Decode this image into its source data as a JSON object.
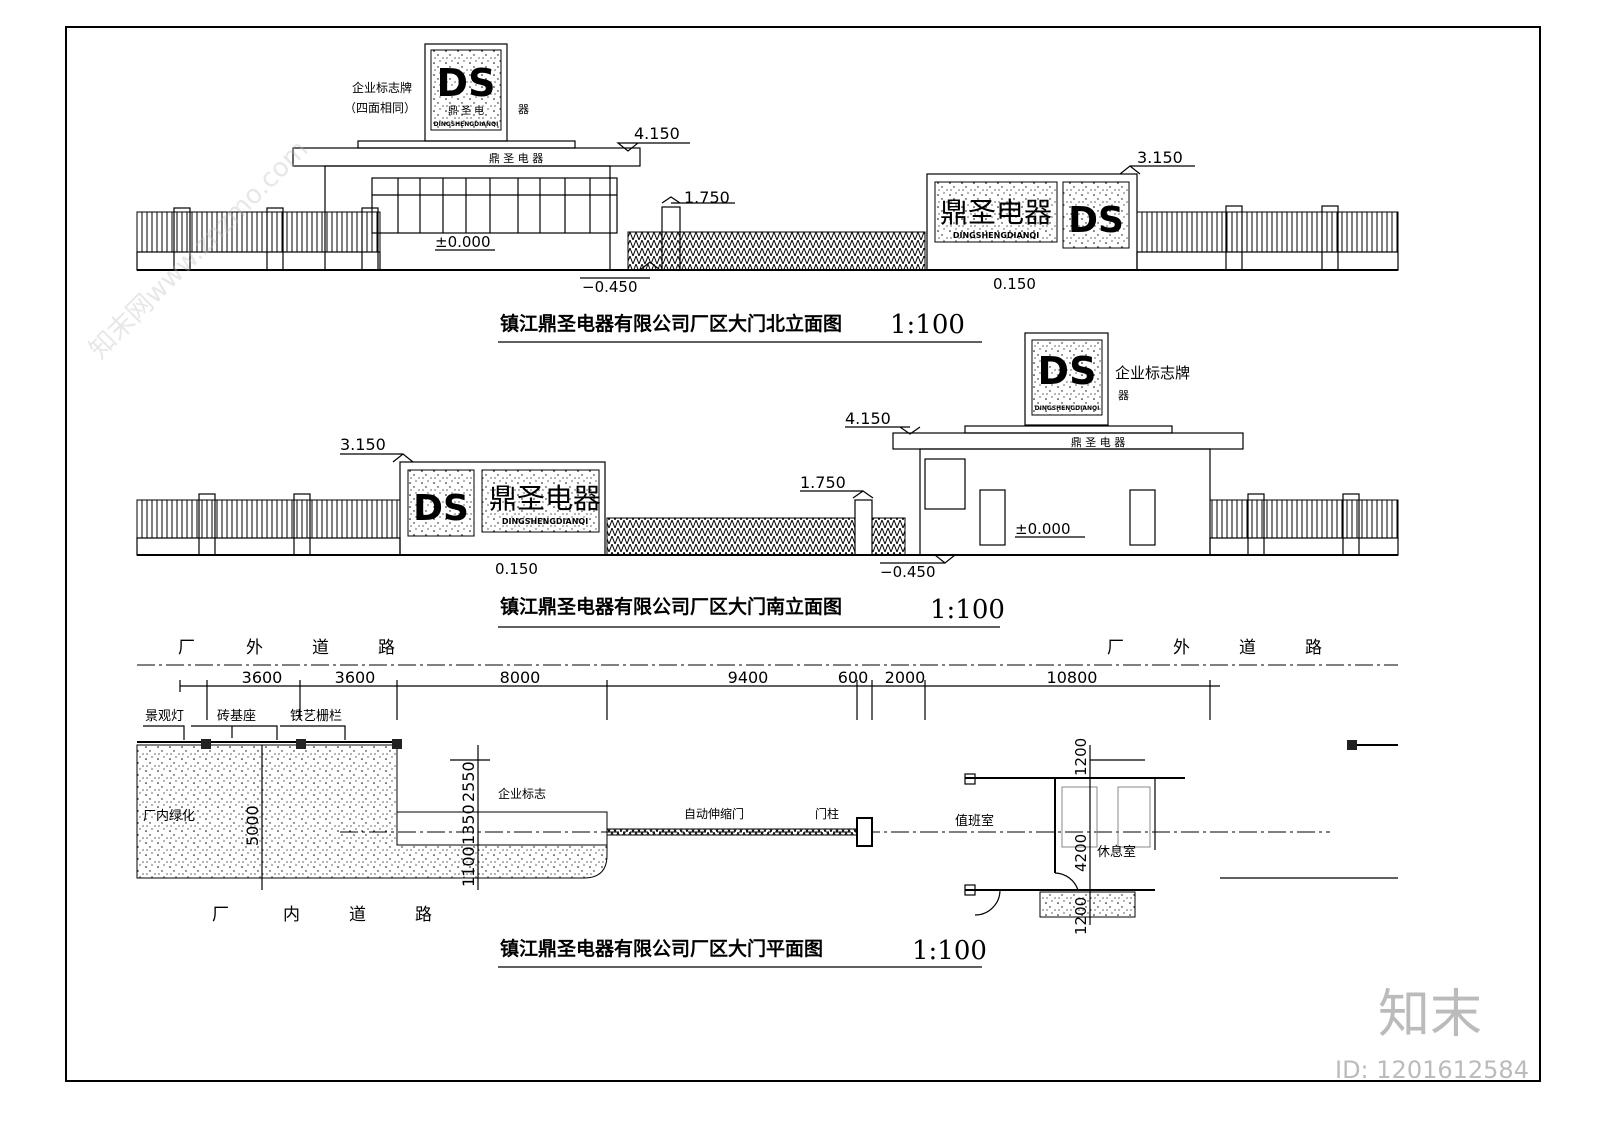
{
  "north_elevation": {
    "sign_label": "企业标志牌",
    "sign_note": "（四面相同）",
    "logo_letters": "DS",
    "logo_pinyin": "DINGSHENGDIANQI",
    "sign_small_chars": "鼎 圣 电",
    "sign_side_char": "器",
    "canopy_text": "鼎 圣 电 器",
    "big_sign_text": "鼎圣电器",
    "elev_roof": "4.150",
    "elev_post": "1.750",
    "elev_sign": "3.150",
    "elev_floor": "±0.000",
    "elev_ground": "−0.450",
    "elev_sign_base": "0.150",
    "title": "镇江鼎圣电器有限公司厂区大门北立面图",
    "scale": "1:100"
  },
  "south_elevation": {
    "sign_label": "企业标志牌",
    "sign_side_char": "器",
    "canopy_text": "鼎 圣 电 器",
    "big_sign_text": "鼎圣电器",
    "logo_letters": "DS",
    "logo_pinyin": "DINGSHENGDIANQI",
    "elev_sign": "3.150",
    "elev_roof": "4.150",
    "elev_post": "1.750",
    "elev_floor": "±0.000",
    "elev_ground": "−0.450",
    "elev_sign_base": "0.150",
    "title": "镇江鼎圣电器有限公司厂区大门南立面图",
    "scale": "1:100"
  },
  "plan": {
    "outer_road_chars": [
      "厂",
      "外",
      "道",
      "路"
    ],
    "inner_road_chars": [
      "厂",
      "内",
      "道",
      "路"
    ],
    "dimensions": [
      "3600",
      "3600",
      "8000",
      "9400",
      "600",
      "2000",
      "10800"
    ],
    "label_lamp": "景观灯",
    "label_base": "砖基座",
    "label_fence": "铁艺栅栏",
    "label_green": "厂内绿化",
    "label_sign": "企业标志",
    "label_gate": "自动伸缩门",
    "label_post": "门柱",
    "label_duty": "值班室",
    "label_rest": "休息室",
    "dim_5000": "5000",
    "dim_2550": "2550",
    "dim_1350": "1350",
    "dim_1100": "1100",
    "dim_1200_top": "1200",
    "dim_4200": "4200",
    "dim_1200_bottom": "1200",
    "title": "镇江鼎圣电器有限公司厂区大门平面图",
    "scale": "1:100"
  },
  "watermark": {
    "logo": "知末",
    "id": "ID: 1201612584",
    "site": "知末网www.znzmo.com"
  }
}
